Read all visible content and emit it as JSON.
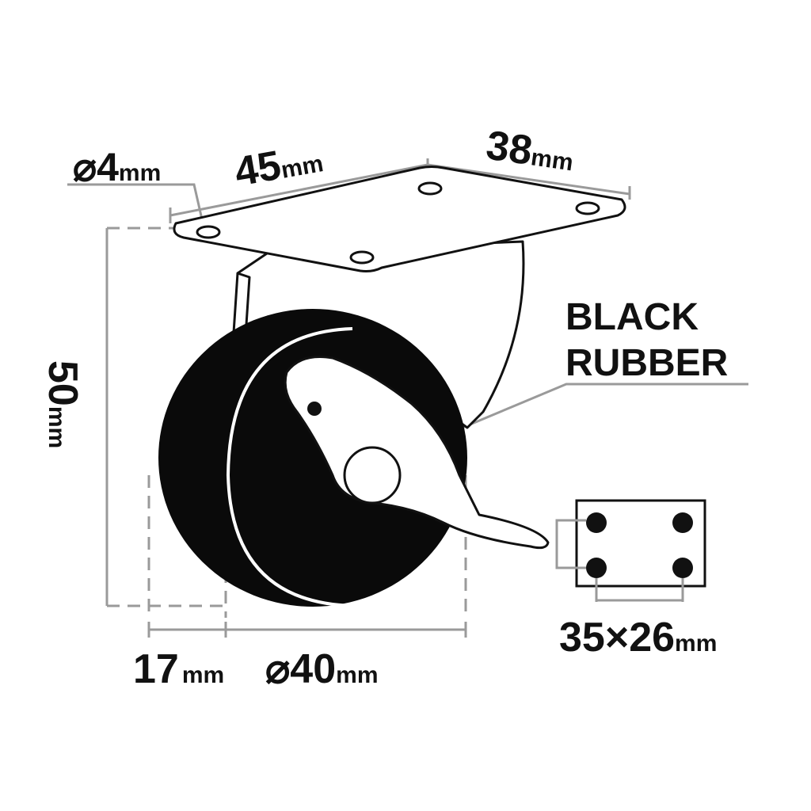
{
  "labels": {
    "hole_diameter": {
      "value": "⌀4",
      "unit": "mm"
    },
    "plate_length": {
      "value": "45",
      "unit": "mm"
    },
    "plate_width": {
      "value": "38",
      "unit": "mm"
    },
    "height": {
      "value": "50",
      "unit": "mm"
    },
    "offset": {
      "value": "17",
      "unit": "mm"
    },
    "wheel_diameter": {
      "value": "⌀40",
      "unit": "mm"
    },
    "hole_spacing": {
      "value": "35×26",
      "unit": "mm"
    },
    "material_line1": "BLACK",
    "material_line2": "RUBBER"
  }
}
